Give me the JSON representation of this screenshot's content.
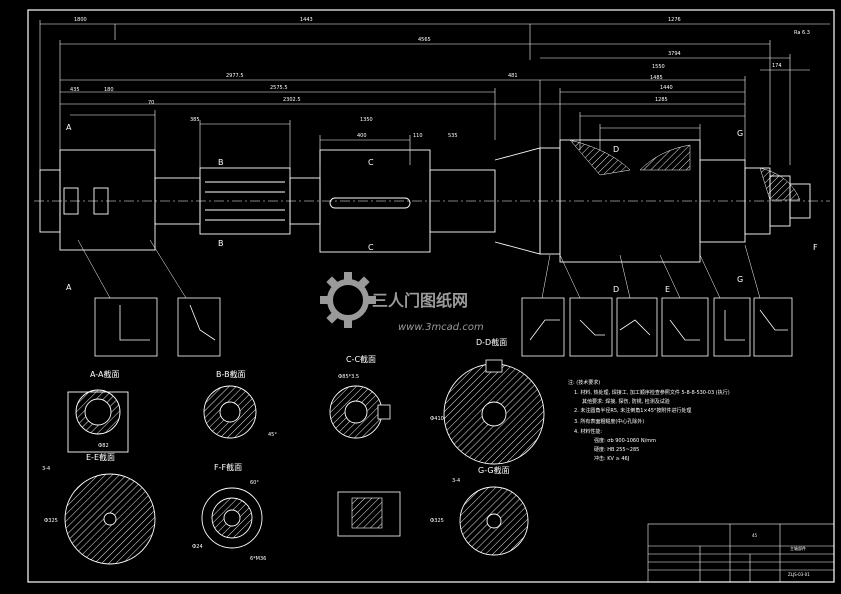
{
  "drawing": {
    "background": "#000000",
    "line_color": "#ffffff",
    "hatch_color": "#ffffff",
    "watermark_color": "#9a9a9a"
  },
  "top_dimensions": {
    "d1": "1800",
    "d2": "1443",
    "d3": "1276",
    "d4": "4565",
    "d5": "3794",
    "d6": "174",
    "d7": "2977.5",
    "d8": "2575.5",
    "d9": "2302.5",
    "d10": "481",
    "d11": "1550",
    "d12": "1485",
    "d13": "1440",
    "d14": "1285",
    "d15": "385",
    "d16": "1350",
    "d17": "70",
    "d18": "435",
    "d19": "180",
    "d20": "400",
    "d21": "110",
    "d22": "535"
  },
  "corner_text": "Ra 6.3",
  "section_marks": {
    "a": "A",
    "b": "B",
    "c": "C",
    "d": "D",
    "e": "E",
    "f": "F",
    "g": "G"
  },
  "section_titles": {
    "aa": "A-A截面",
    "bb": "B-B截面",
    "cc": "C-C截面",
    "dd": "D-D截面",
    "ee": "E-E截面",
    "ff": "F-F截面",
    "gg": "G-G截面"
  },
  "section_dims": {
    "cc_top": "Ф85*3.5",
    "bb_angle": "45°",
    "ee_left": "3-4",
    "ee_dia": "Ф325",
    "ff_ang": "60°",
    "ff_d": "Ф24",
    "ff_n": "6*M36",
    "gg_left": "3-4",
    "gg_d": "Ф325",
    "aa_d": "Ф82",
    "dd_d": "Ф410"
  },
  "notes": {
    "title": "注: (技术要求)",
    "n1": "1. 材料, 热处理, 焊接工, 加工顺序检查参照文件 5-8-8-530-03 (执行)",
    "n1b": "其他要求: 焊接, 探伤, 防锈, 检测及试验",
    "n2": "2. 未注圆角半径R5, 未注倒角1×45°按附件进行处理",
    "n3": "3. 所有表面粗糙度(中心孔除外)",
    "n4": "4. 材料性能:",
    "n4a": "强度: σb 900-1060 N/mm",
    "n4b": "硬度: HB 255~285",
    "n4c": "冲击: KV ≥ 46J"
  },
  "title_block": {
    "material": "45",
    "title": "主轴部件",
    "drawing_no": "ZLJS-03-01"
  },
  "watermark": {
    "brand": "三人门图纸网",
    "url": "www.3mcad.com"
  }
}
